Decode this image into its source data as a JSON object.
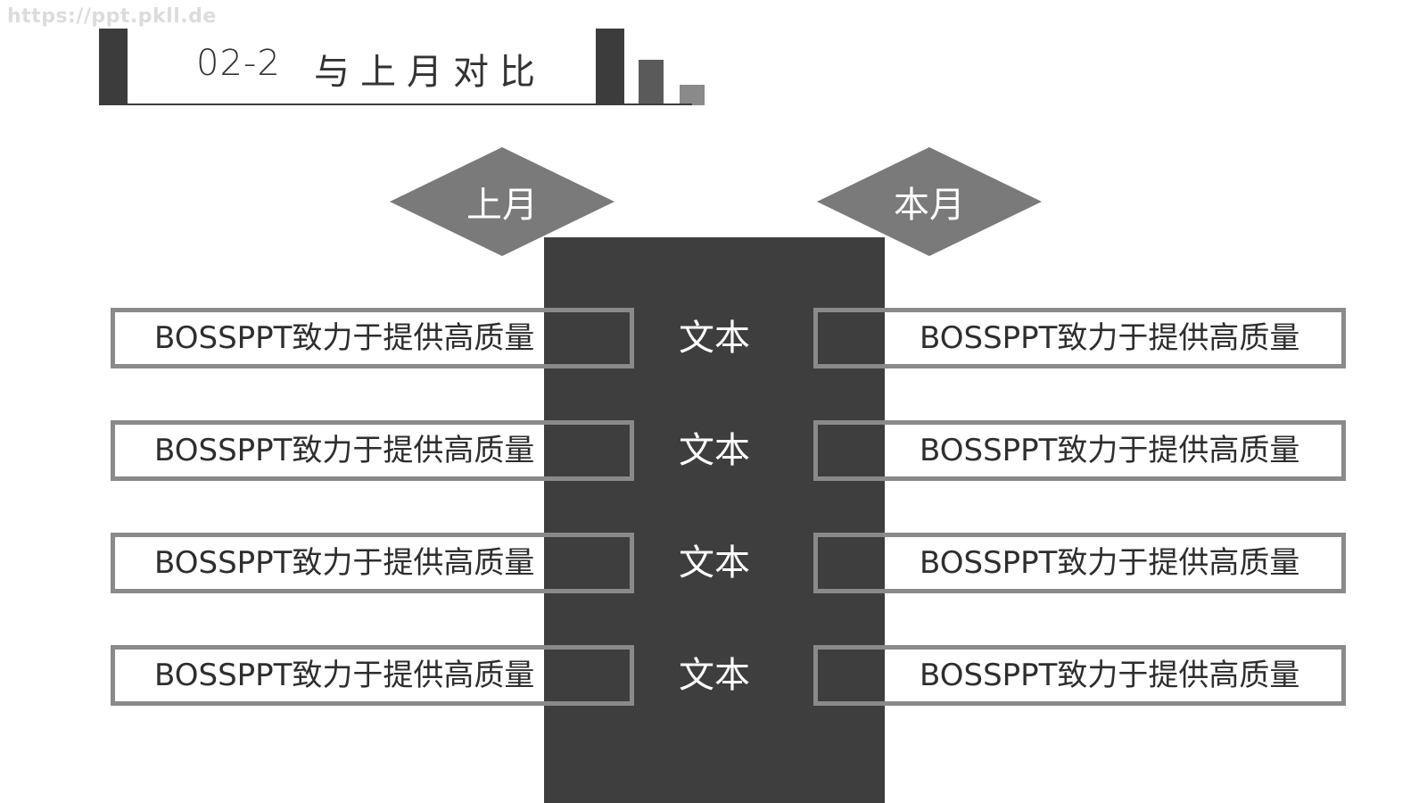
{
  "watermark": "https://ppt.pkll.de",
  "header": {
    "code": "02-2",
    "title": "与上月对比"
  },
  "diamonds": {
    "left_label": "上月",
    "right_label": "本月"
  },
  "rows": [
    {
      "left": "BOSSPPT致力于提供高质量",
      "center": "文本",
      "right": "BOSSPPT致力于提供高质量"
    },
    {
      "left": "BOSSPPT致力于提供高质量",
      "center": "文本",
      "right": "BOSSPPT致力于提供高质量"
    },
    {
      "left": "BOSSPPT致力于提供高质量",
      "center": "文本",
      "right": "BOSSPPT致力于提供高质量"
    },
    {
      "left": "BOSSPPT致力于提供高质量",
      "center": "文本",
      "right": "BOSSPPT致力于提供高质量"
    }
  ],
  "colors": {
    "dark": "#3e3e3e",
    "mid": "#7a7a7a",
    "border": "#8a8a8a"
  }
}
